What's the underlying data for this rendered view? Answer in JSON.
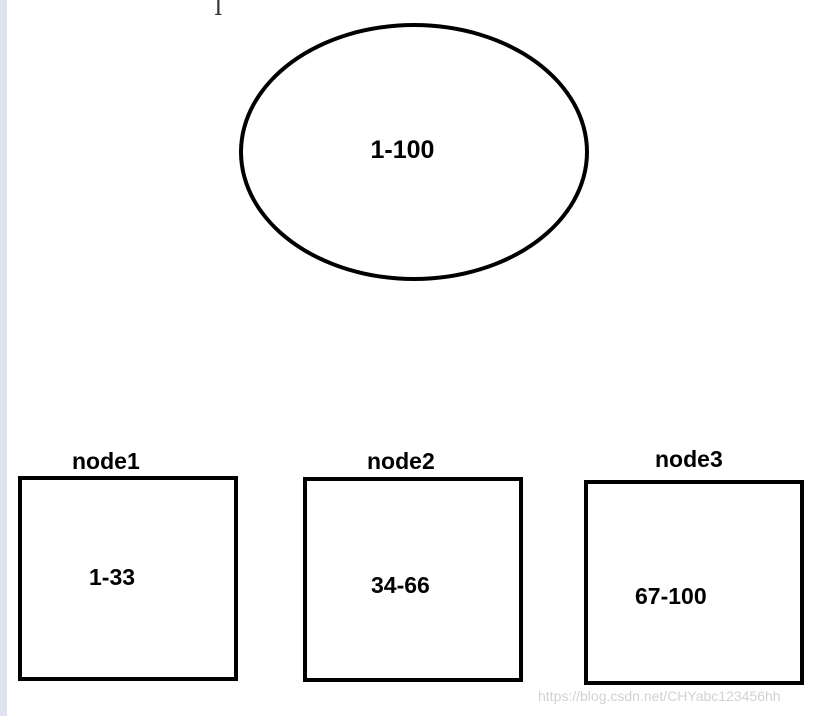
{
  "diagram": {
    "total_range": "1-100",
    "nodes": [
      {
        "name": "node1",
        "range": "1-33"
      },
      {
        "name": "node2",
        "range": "34-66"
      },
      {
        "name": "node3",
        "range": "67-100"
      }
    ]
  },
  "cursor_glyph": "I",
  "watermark": "https://blog.csdn.net/CHYabc123456hh"
}
